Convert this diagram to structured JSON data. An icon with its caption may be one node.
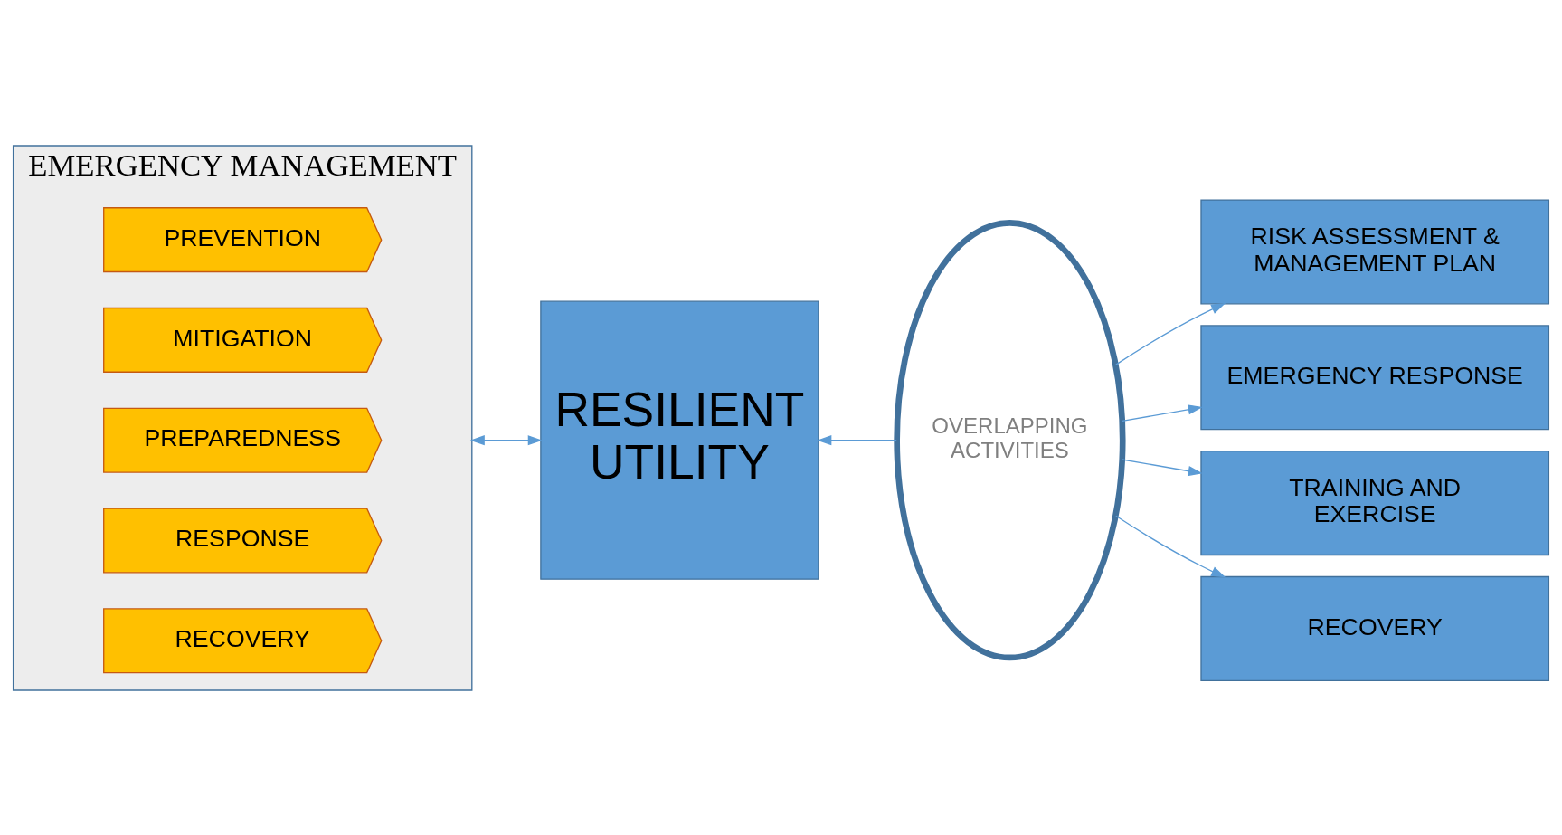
{
  "diagram": {
    "nodes": [
      {
        "text": [
          "EMERGENCY MANAGEMENT"
        ]
      },
      {
        "text": [
          "PREVENTION"
        ],
        "in": 0
      },
      {
        "text": [
          "MITIGATION"
        ],
        "in": 0
      },
      {
        "text": [
          "PREPAREDNESS"
        ],
        "in": 0
      },
      {
        "text": [
          "RESPONSE"
        ],
        "in": 0
      },
      {
        "text": [
          "RECOVERY"
        ],
        "in": 0
      },
      {
        "text": [
          "RESILIENT UTILITY"
        ]
      },
      {
        "text": [
          "OVERLAPPING ACTIVITIES"
        ]
      },
      {
        "text": [
          "RISK ASSESSMENT & MANAGEMENT PLAN"
        ]
      },
      {
        "text": [
          "EMERGENCY RESPONSE"
        ]
      },
      {
        "text": [
          "TRAINING AND EXERCISE"
        ]
      },
      {
        "text": [
          "RECOVERY"
        ]
      }
    ],
    "edges": [
      {
        "from": 0,
        "to": 6,
        "arrow": "both"
      },
      {
        "from": 7,
        "to": 6,
        "arrow": "to"
      },
      {
        "from": 7,
        "to": 8,
        "arrow": "to"
      },
      {
        "from": 7,
        "to": 9,
        "arrow": "to"
      },
      {
        "from": 7,
        "to": 10,
        "arrow": "to"
      },
      {
        "from": 7,
        "to": 11,
        "arrow": "to"
      }
    ]
  }
}
